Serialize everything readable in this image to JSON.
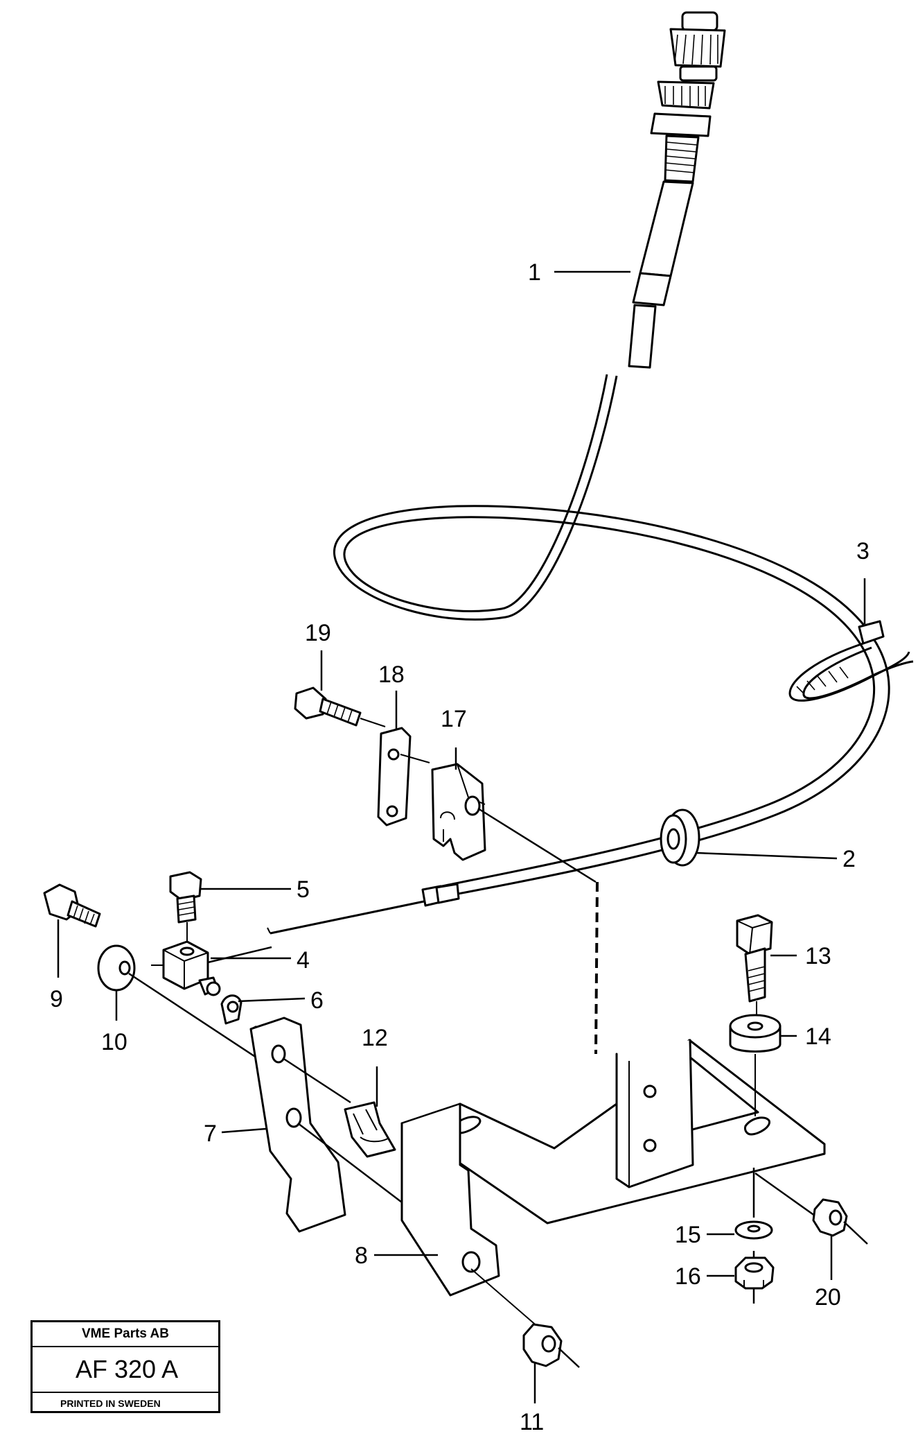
{
  "callouts": [
    "1",
    "2",
    "3",
    "4",
    "5",
    "6",
    "7",
    "8",
    "9",
    "10",
    "11",
    "12",
    "13",
    "14",
    "15",
    "16",
    "17",
    "18",
    "19",
    "20"
  ],
  "title_block": {
    "company": "VME Parts AB",
    "code": "AF 320 A",
    "printed": "PRINTED IN SWEDEN"
  }
}
